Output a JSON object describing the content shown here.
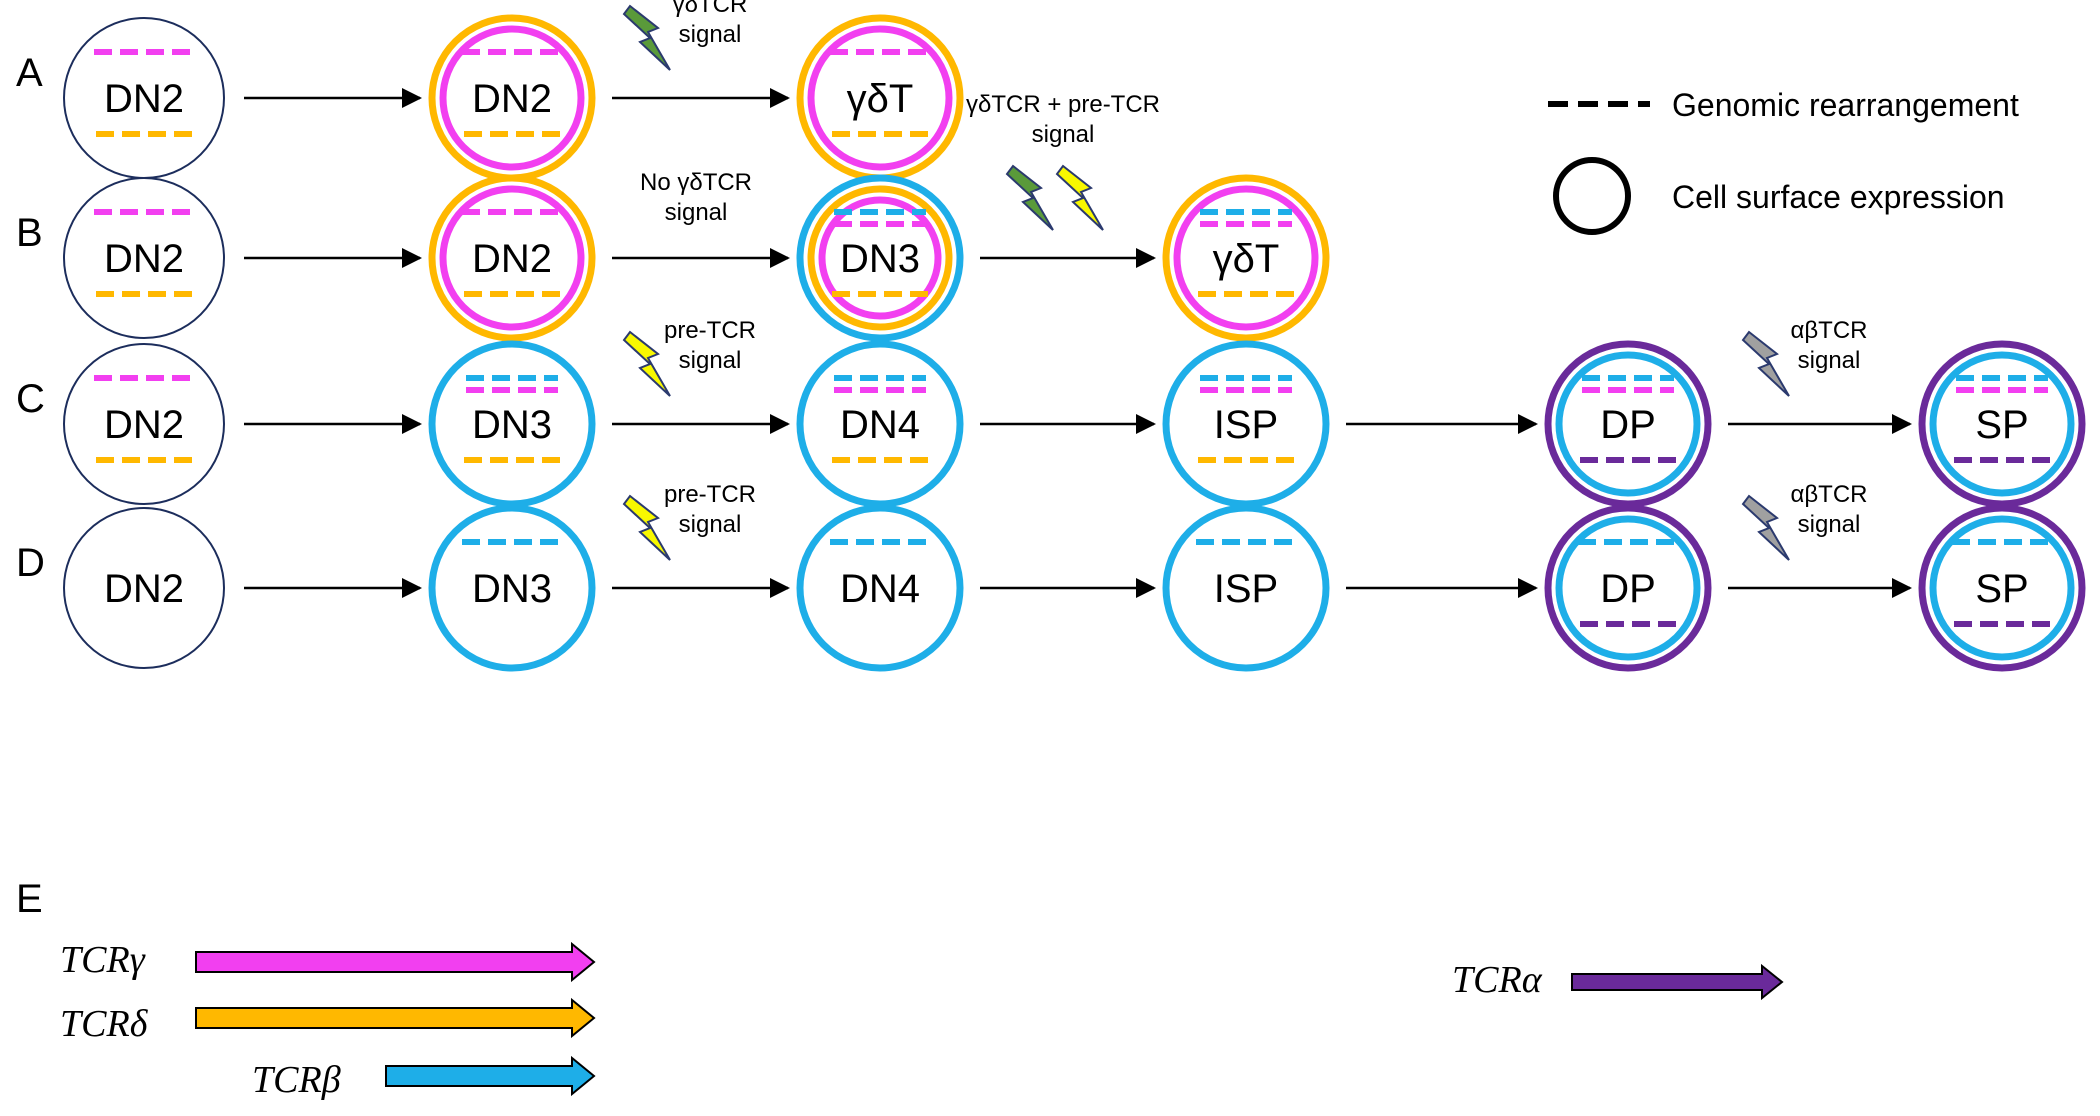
{
  "colors": {
    "gamma": "#f23ff0",
    "delta": "#ffb800",
    "beta": "#1eaee8",
    "alpha": "#6a2a9a",
    "bolt_gd": "#5a9a3a",
    "bolt_pre": "#f8f800",
    "bolt_ab": "#a0a0a0",
    "outline": "#1c2d5c"
  },
  "legend": {
    "rearrangement": "Genomic rearrangement",
    "surface": "Cell surface expression"
  },
  "rows": [
    {
      "id": "A",
      "cells": [
        {
          "label": "DN2",
          "rings": [],
          "top": [
            "gamma"
          ],
          "bottom": [
            "delta"
          ]
        },
        {
          "label": "DN2",
          "rings": [
            "delta",
            "gamma"
          ],
          "top": [
            "gamma"
          ],
          "bottom": [
            "delta"
          ]
        },
        {
          "label": "γδT",
          "rings": [
            "delta",
            "gamma"
          ],
          "top": [
            "gamma"
          ],
          "bottom": [
            "delta"
          ]
        }
      ],
      "signals": [
        {
          "after_cell": 1,
          "lines": [
            "γδTCR",
            "signal"
          ],
          "bolts": [
            "bolt_gd"
          ]
        }
      ]
    },
    {
      "id": "B",
      "cells": [
        {
          "label": "DN2",
          "rings": [],
          "top": [
            "gamma"
          ],
          "bottom": [
            "delta"
          ]
        },
        {
          "label": "DN2",
          "rings": [
            "delta",
            "gamma"
          ],
          "top": [
            "gamma"
          ],
          "bottom": [
            "delta"
          ]
        },
        {
          "label": "DN3",
          "rings": [
            "beta",
            "delta",
            "gamma"
          ],
          "top": [
            "beta",
            "gamma"
          ],
          "bottom": [
            "delta"
          ]
        },
        {
          "label": "γδT",
          "rings": [
            "delta",
            "gamma"
          ],
          "top": [
            "beta",
            "gamma"
          ],
          "bottom": [
            "delta"
          ]
        }
      ],
      "signals": [
        {
          "after_cell": 1,
          "lines": [
            "No γδTCR",
            "signal"
          ],
          "bolts": []
        },
        {
          "after_cell": 2,
          "lines": [
            "γδTCR + pre-TCR",
            "signal"
          ],
          "bolts": [
            "bolt_gd",
            "bolt_pre"
          ]
        }
      ]
    },
    {
      "id": "C",
      "cells": [
        {
          "label": "DN2",
          "rings": [],
          "top": [
            "gamma"
          ],
          "bottom": [
            "delta"
          ]
        },
        {
          "label": "DN3",
          "rings": [
            "beta"
          ],
          "top": [
            "beta",
            "gamma"
          ],
          "bottom": [
            "delta"
          ]
        },
        {
          "label": "DN4",
          "rings": [
            "beta"
          ],
          "top": [
            "beta",
            "gamma"
          ],
          "bottom": [
            "delta"
          ]
        },
        {
          "label": "ISP",
          "rings": [
            "beta"
          ],
          "top": [
            "beta",
            "gamma"
          ],
          "bottom": [
            "delta"
          ]
        },
        {
          "label": "DP",
          "rings": [
            "alpha",
            "beta"
          ],
          "top": [
            "beta",
            "gamma"
          ],
          "bottom": [
            "alpha"
          ]
        },
        {
          "label": "SP",
          "rings": [
            "alpha",
            "beta"
          ],
          "top": [
            "beta",
            "gamma"
          ],
          "bottom": [
            "alpha"
          ]
        }
      ],
      "signals": [
        {
          "after_cell": 1,
          "lines": [
            "pre-TCR",
            "signal"
          ],
          "bolts": [
            "bolt_pre"
          ]
        },
        {
          "after_cell": 4,
          "lines": [
            "αβTCR",
            "signal"
          ],
          "bolts": [
            "bolt_ab"
          ]
        }
      ]
    },
    {
      "id": "D",
      "cells": [
        {
          "label": "DN2",
          "rings": [],
          "top": [],
          "bottom": []
        },
        {
          "label": "DN3",
          "rings": [
            "beta"
          ],
          "top": [
            "beta"
          ],
          "bottom": []
        },
        {
          "label": "DN4",
          "rings": [
            "beta"
          ],
          "top": [
            "beta"
          ],
          "bottom": []
        },
        {
          "label": "ISP",
          "rings": [
            "beta"
          ],
          "top": [
            "beta"
          ],
          "bottom": []
        },
        {
          "label": "DP",
          "rings": [
            "alpha",
            "beta"
          ],
          "top": [
            "beta"
          ],
          "bottom": [
            "alpha"
          ]
        },
        {
          "label": "SP",
          "rings": [
            "alpha",
            "beta"
          ],
          "top": [
            "beta"
          ],
          "bottom": [
            "alpha"
          ]
        }
      ],
      "signals": [
        {
          "after_cell": 1,
          "lines": [
            "pre-TCR",
            "signal"
          ],
          "bolts": [
            "bolt_pre"
          ]
        },
        {
          "after_cell": 4,
          "lines": [
            "αβTCR",
            "signal"
          ],
          "bolts": [
            "bolt_ab"
          ]
        }
      ]
    }
  ],
  "genes": {
    "panel_label": "E",
    "items": [
      {
        "id": "gamma",
        "label": "TCRγ"
      },
      {
        "id": "delta",
        "label": "TCRδ"
      },
      {
        "id": "beta",
        "label": "TCRβ"
      },
      {
        "id": "alpha",
        "label": "TCRα"
      }
    ]
  }
}
